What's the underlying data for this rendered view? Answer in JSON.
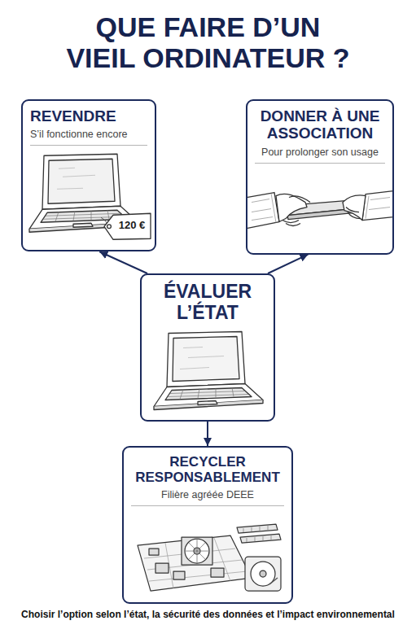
{
  "diagram": {
    "title": "QUE FAIRE D’UN VIEIL ORDINATEUR ?",
    "caption": "Choisir l’option selon l’état, la sécurité des données et l’impact environnemental",
    "nodes": [
      {
        "text": [
          "REVENDRE",
          "S’il fonctionne encore"
        ]
      },
      {
        "text": [
          "DONNER À UNE ASSOCIATION",
          "Pour prolonger son usage"
        ]
      },
      {
        "text": [
          "ÉVALUER L’ÉTAT"
        ]
      },
      {
        "text": [
          "RECYCLER RESPONSABLEMENT",
          "Filière agréée DEEE"
        ]
      }
    ],
    "edges": [
      {
        "from": 2,
        "to": 0,
        "arrow": "to"
      },
      {
        "from": 2,
        "to": 1,
        "arrow": "to"
      },
      {
        "from": 2,
        "to": 3,
        "arrow": "to"
      }
    ],
    "labels": [
      "120 €"
    ]
  }
}
